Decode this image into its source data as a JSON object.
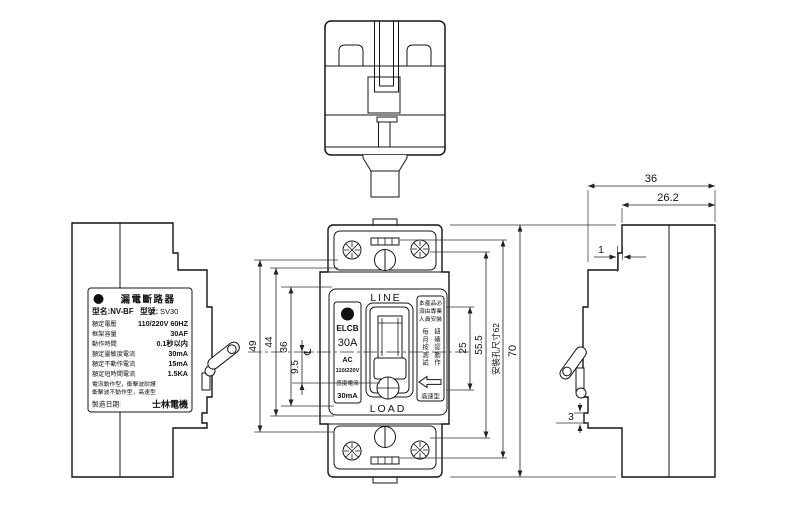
{
  "nameplate": {
    "title": "漏電斷路器",
    "model_label": "型名:NV-BF",
    "type_label": "型號:",
    "type_value": "SV30",
    "rows": [
      {
        "k": "額定電壓",
        "v": "110/220V 60HZ"
      },
      {
        "k": "框架容量",
        "v": "30AF"
      },
      {
        "k": "動作時間",
        "v": "0.1秒以内"
      },
      {
        "k": "額定靈敏度電流",
        "v": "30mA"
      },
      {
        "k": "額定不動作電流",
        "v": "15mA"
      },
      {
        "k": "額定短時間電流",
        "v": "1.5KA"
      }
    ],
    "note_line1": "電流動作型，衝擊波耐護",
    "note_line2": "衝擊波不動作型，高速型",
    "date_label": "製造日期:",
    "brand": "士林電機"
  },
  "faceplate": {
    "line_label": "LINE",
    "load_label": "LOAD",
    "left_panel": {
      "device": "ELCB",
      "rating": "30A",
      "ac": "AC",
      "voltage": "110/220V",
      "sens_label": "感度電流",
      "sens_value": "30mA"
    },
    "right_panel": {
      "warn1": "本產品必",
      "warn2": "須由專業",
      "warn3": "人員安裝",
      "col_left": "每月按測試",
      "col_right": "鈕確認動作",
      "speed_type": "高速型"
    }
  },
  "dimensions": {
    "front_left": {
      "d49": "49",
      "d44": "44",
      "d36": "36",
      "d9_5": "9.5",
      "cl": "℄"
    },
    "front_right": {
      "d25": "25",
      "d55_5": "55.5",
      "mount": "安裝孔尺寸62",
      "d70": "70"
    },
    "side": {
      "d36": "36",
      "d26_2": "26.2",
      "d1": "1",
      "d3": "3"
    }
  },
  "colors": {
    "line": "#141414",
    "faded_text": "#9a9a9a"
  }
}
